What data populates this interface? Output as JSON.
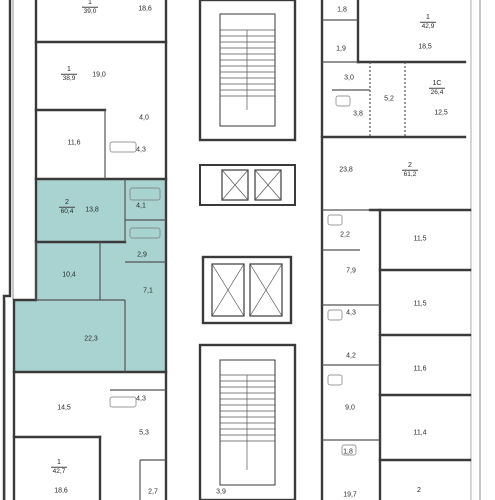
{
  "apartments": [
    {
      "id": "apt-39-0",
      "number": "1",
      "area": "39,0"
    },
    {
      "id": "apt-38-9",
      "number": "1",
      "area": "38,9"
    },
    {
      "id": "apt-60-4",
      "number": "2",
      "area": "60,4"
    },
    {
      "id": "apt-42-7",
      "number": "1",
      "area": "42,7"
    },
    {
      "id": "apt-42-9",
      "number": "1",
      "area": "42,9"
    },
    {
      "id": "apt-26-4",
      "number": "1С",
      "area": "26,4"
    },
    {
      "id": "apt-61-2",
      "number": "2",
      "area": "61,2"
    },
    {
      "id": "apt-bottom-right",
      "number": "2",
      "area": ""
    }
  ],
  "rooms": [
    "18,6",
    "19,0",
    "4,0",
    "11,6",
    "4,3",
    "13,8",
    "4,1",
    "10,4",
    "2,9",
    "7,1",
    "22,3",
    "14,5",
    "4,3",
    "5,3",
    "18,6",
    "2,7",
    "3,9",
    "1,8",
    "18,5",
    "1,9",
    "3,0",
    "5,2",
    "3,8",
    "12,5",
    "23,8",
    "2,2",
    "11,5",
    "7,9",
    "11,5",
    "4,3",
    "4,2",
    "11,6",
    "9,0",
    "11,4",
    "1,8",
    "19,7"
  ],
  "colors": {
    "highlight": "#a9d3d1",
    "wall": "#3a3a3a",
    "thin_line": "#777777",
    "window": "#bdbdbd"
  }
}
